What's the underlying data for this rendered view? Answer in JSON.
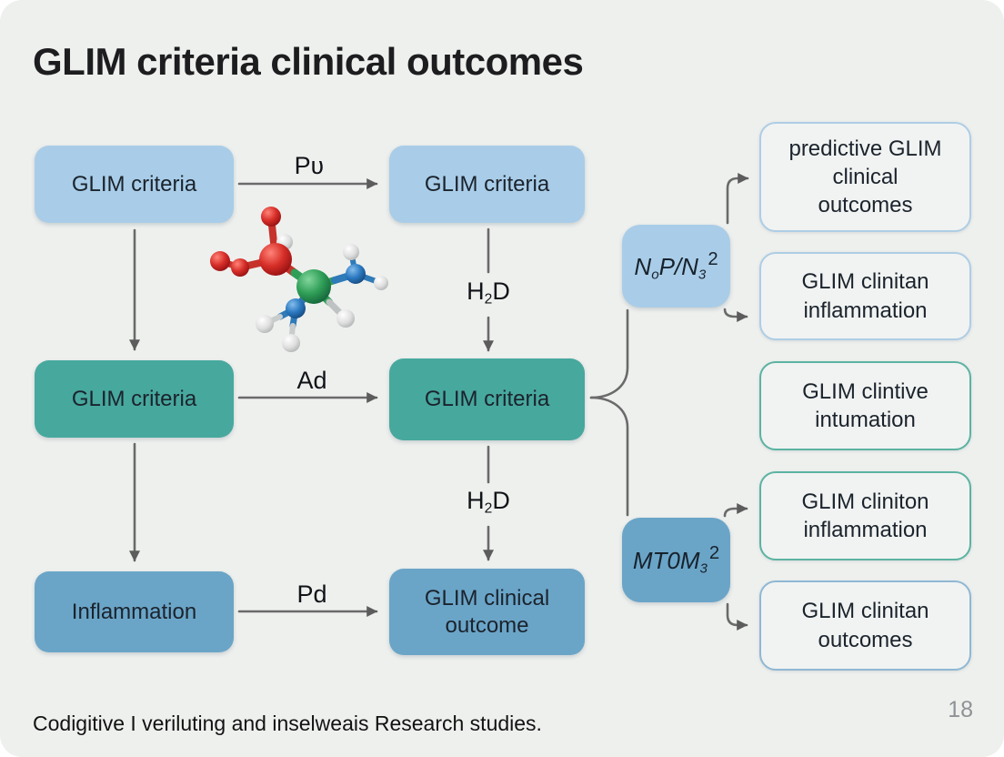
{
  "colors": {
    "slide_bg": "#eef0ee",
    "light_blue": "#a9cde8",
    "teal": "#47a89e",
    "steel_blue": "#6aa5c8",
    "outline_light_blue": "#aecde5",
    "outline_teal": "#5bb3a2",
    "outline_blue_gray": "#8fb8d4",
    "arrow_gray": "#6a6a6a",
    "text_dark": "#1b232c",
    "page_number_gray": "#8e9294"
  },
  "slide": {
    "title": "GLIM criteria clinical outcomes",
    "footer_caption": "Codigitive I veriluting and inselweais Research studies.",
    "page_number": "18"
  },
  "flowchart": {
    "left_column": [
      {
        "label": "GLIM criteria",
        "color": "light_blue"
      },
      {
        "label": "GLIM criteria",
        "color": "teal"
      },
      {
        "label": "Inflammation",
        "color": "steel_blue"
      }
    ],
    "middle_column": [
      {
        "label": "GLIM criteria",
        "color": "light_blue"
      },
      {
        "label": "GLIM criteria",
        "color": "teal"
      },
      {
        "label": "GLIM clinical outcome",
        "color": "steel_blue"
      }
    ],
    "arrow_labels": {
      "row1": "Pʋ",
      "row2": "Ad",
      "row3": "Pd"
    },
    "h2d_label": {
      "pre": "H",
      "sub": "2",
      "post": "D"
    },
    "formula_nodes": {
      "top": {
        "n1": "N",
        "sub1": "o",
        "n2": "P/N",
        "sub2": "3",
        "sup": "2",
        "color": "light_blue"
      },
      "bottom": {
        "n1": "MT0M",
        "sub1": "3",
        "sup": "2",
        "color": "steel_blue"
      }
    },
    "outcome_boxes": [
      {
        "label": "predictive GLIM clinical outcomes",
        "border": "light_blue"
      },
      {
        "label": "GLIM clinitan inflammation",
        "border": "light_blue"
      },
      {
        "label": "GLIM clintive intumation",
        "border": "teal"
      },
      {
        "label": "GLIM cliniton inflammation",
        "border": "teal"
      },
      {
        "label": "GLIM clinitan outcomes",
        "border": "blue_gray"
      }
    ]
  }
}
